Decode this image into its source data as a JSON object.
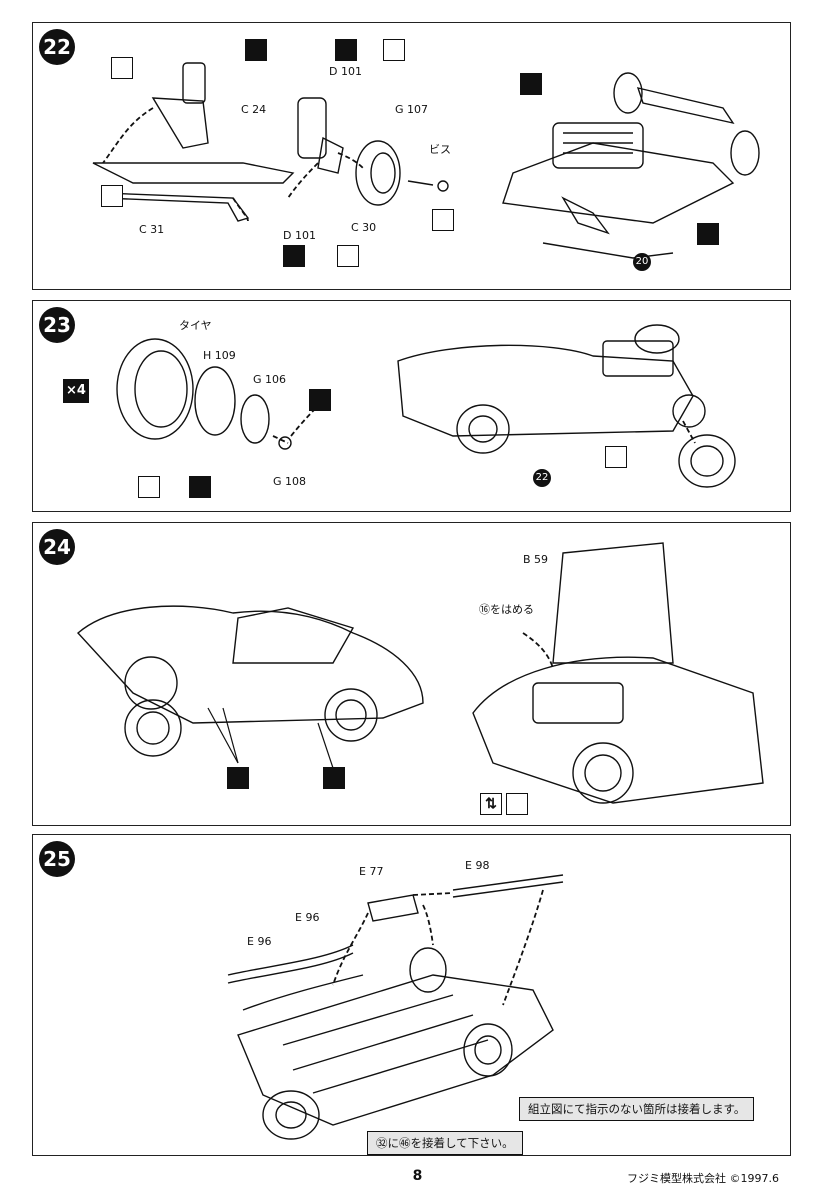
{
  "steps": [
    {
      "number": "22",
      "labels": {
        "c24": "C 24",
        "d101_top": "D 101",
        "g107": "G 107",
        "bis": "ビス",
        "c31": "C 31",
        "c30": "C 30",
        "d101_bottom": "D 101"
      },
      "ref_number": "20"
    },
    {
      "number": "23",
      "multiplier": "×4",
      "labels": {
        "tire": "タイヤ",
        "h109": "H 109",
        "g106": "G 106",
        "g108": "G 108"
      },
      "ref_number": "22"
    },
    {
      "number": "24",
      "labels": {
        "b59": "B 59",
        "insert": "⑯をはめる"
      }
    },
    {
      "number": "25",
      "labels": {
        "e77": "E 77",
        "e98": "E 98",
        "e96_a": "E 96",
        "e96_b": "E 96"
      },
      "note_general": "組立図にて指示のない箇所は接着します。",
      "note_glue": "㉜に㊻を接着して下さい。"
    }
  ],
  "footer": {
    "page": "8",
    "company": "フジミ模型株式会社 ©1997.6"
  }
}
